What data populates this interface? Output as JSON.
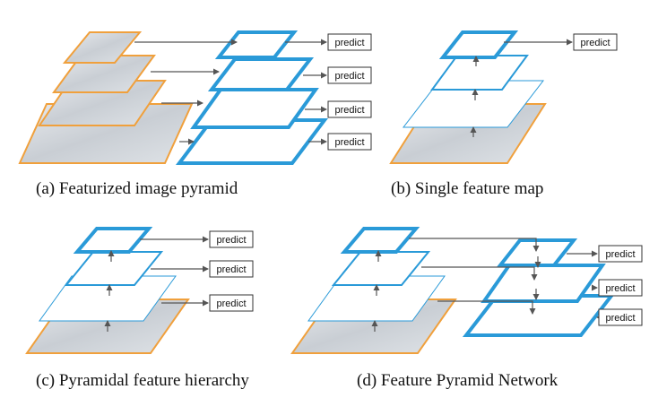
{
  "labels": {
    "predict": "predict"
  },
  "captions": {
    "a": "(a) Featurized image pyramid",
    "b": "(b) Single feature map",
    "c": "(c) Pyramidal feature hierarchy",
    "d": "(d) Feature Pyramid Network"
  },
  "colors": {
    "image_border": "#f0a03c",
    "feature_blue": "#2a9ad8",
    "image_fill": "#d9dde2",
    "arrow": "#555555"
  }
}
